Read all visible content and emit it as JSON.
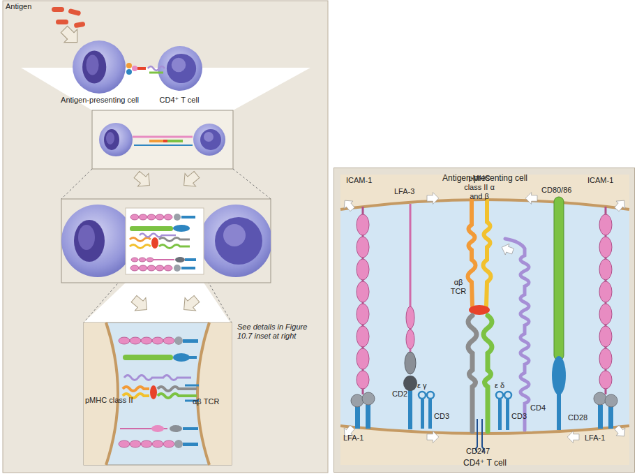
{
  "diagram": {
    "nodes": [
      {
        "text": [
          "Antigen-presenting cell"
        ]
      },
      {
        "text": [
          "CD4⁺ T cell"
        ]
      },
      {
        "text": [
          "Antigen-presenting cell",
          "CD4⁺ T cell"
        ]
      }
    ],
    "labels": [
      "Antigen",
      "pMHC class II",
      "αβ TCR",
      "See details in Figure 10.7 inset at right",
      "ICAM-1",
      "LFA-3",
      "pMHC class II α and β",
      "CD80/86",
      "ICAM-1",
      "αβ TCR",
      "ε γ",
      "ε δ",
      "LFA-1",
      "CD2",
      "CD3",
      "CD247",
      "CD3",
      "CD4",
      "CD28",
      "LFA-1"
    ]
  }
}
